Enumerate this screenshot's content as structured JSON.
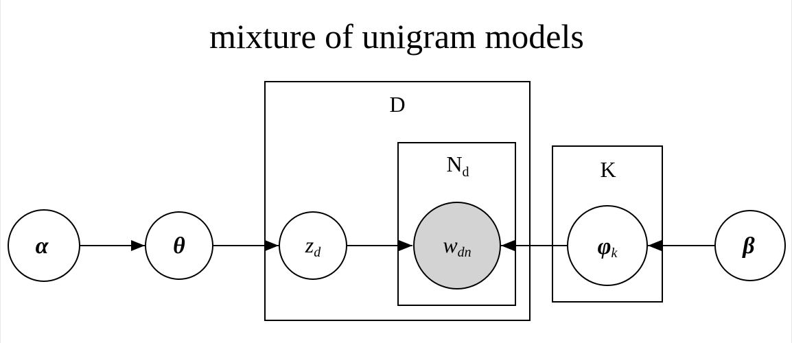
{
  "title": "mixture of unigram models",
  "plates": {
    "D": {
      "label": "D"
    },
    "N": {
      "label": "N",
      "sub": "d"
    },
    "K": {
      "label": "K"
    }
  },
  "nodes": {
    "alpha": {
      "label": "α",
      "observed": false
    },
    "theta": {
      "label": "θ",
      "observed": false
    },
    "z": {
      "label": "z",
      "sub": "d",
      "observed": false
    },
    "w": {
      "label": "w",
      "sub": "dn",
      "observed": true
    },
    "phi": {
      "label": "φ",
      "sub": "k",
      "observed": false
    },
    "beta": {
      "label": "β",
      "observed": false
    }
  },
  "edges": [
    {
      "from": "alpha",
      "to": "theta"
    },
    {
      "from": "theta",
      "to": "z"
    },
    {
      "from": "z",
      "to": "w"
    },
    {
      "from": "phi",
      "to": "w"
    },
    {
      "from": "beta",
      "to": "phi"
    }
  ],
  "colors": {
    "observed_fill": "#d3d3d3",
    "latent_fill": "#ffffff",
    "stroke": "#000000"
  }
}
